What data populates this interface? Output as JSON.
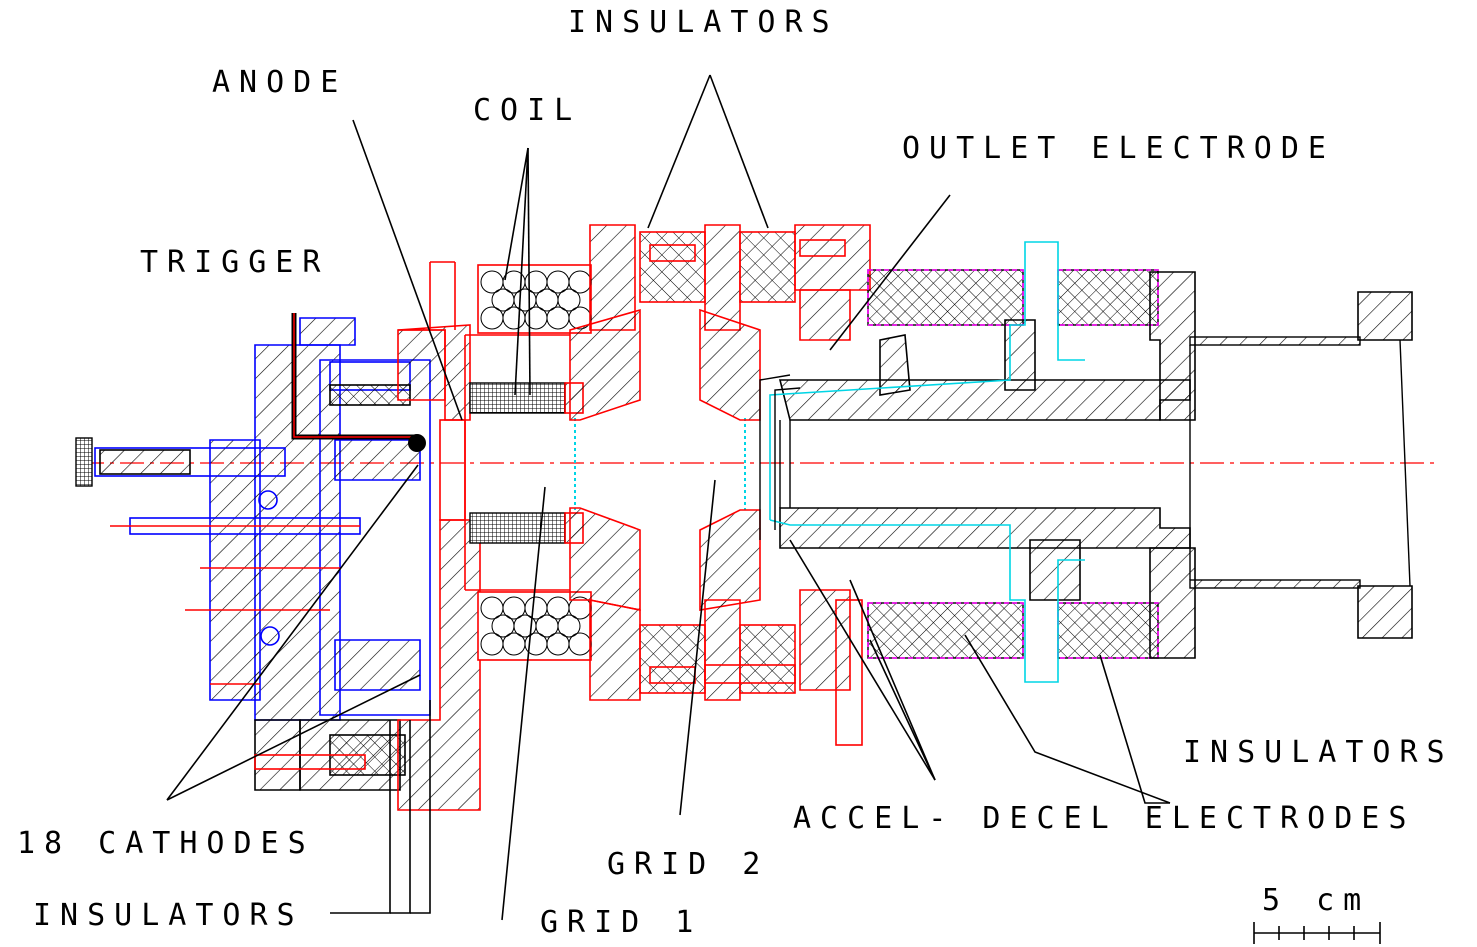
{
  "labels": {
    "insulators_top": "INSULATORS",
    "anode": "ANODE",
    "coil": "COIL",
    "outlet_electrode": "OUTLET ELECTRODE",
    "trigger": "TRIGGER",
    "insulators_right": "INSULATORS",
    "accel_decel": "ACCEL- DECEL ELECTRODES",
    "cathodes": "18 CATHODES",
    "grid2": "GRID 2",
    "insulators_bottom": "INSULATORS",
    "grid1": "GRID 1",
    "scale": "5 cm"
  },
  "colors": {
    "body": "#ff0000",
    "cathode_assembly": "#0000ff",
    "insulator_outline": "#ff00ff",
    "electrode_outline": "#00d5e5",
    "labels": "#000000"
  }
}
